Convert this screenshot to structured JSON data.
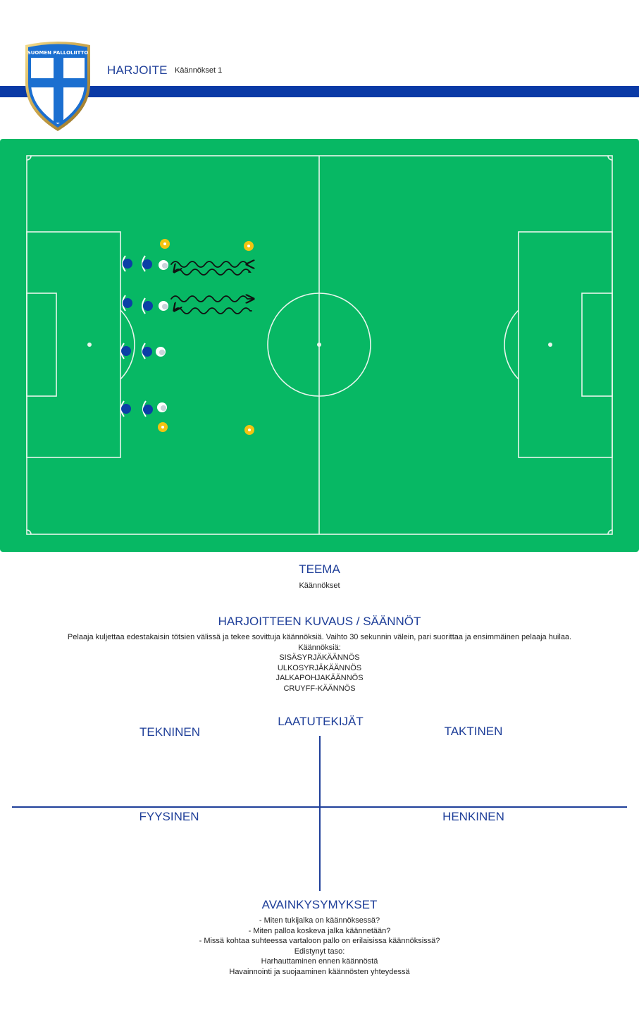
{
  "header": {
    "title": "HARJOITE",
    "exercise_name": "Käännökset 1",
    "logo_text": "SUOMEN PALLOLIITTO",
    "bar_color": "#0a3aa6"
  },
  "pitch": {
    "grass_color": "#07b864",
    "line_color": "#e8f5ec"
  },
  "theme": {
    "title": "TEEMA",
    "value": "Käännökset"
  },
  "description": {
    "title": "HARJOITTEEN KUVAUS / SÄÄNNÖT",
    "lines": [
      "Pelaaja kuljettaa  edestakaisin tötsien välissä ja tekee sovittuja käännöksiä. Vaihto 30 sekunnin välein, pari suorittaa ja ensimmäinen pelaaja huilaa.",
      "Käännöksiä:",
      "SISÄSYRJÄKÄÄNNÖS",
      "ULKOSYRJÄKÄÄNNÖS",
      "JALKAPOHJAKÄÄNNÖS",
      "CRUYFF-KÄÄNNÖS"
    ]
  },
  "quality": {
    "title": "LAATUTEKIJÄT",
    "technical": "TEKNINEN",
    "tactical": "TAKTINEN",
    "physical": "FYYSINEN",
    "mental": "HENKINEN"
  },
  "key_questions": {
    "title": "AVAINKYSYMYKSET",
    "lines": [
      "- Miten tukijalka on käännöksessä?",
      "- Miten palloa koskeva jalka käännetään?",
      "- Missä kohtaa suhteessa vartaloon pallo on erilaisissa käännöksissä?",
      "Edistynyt taso:",
      "Harhauttaminen ennen käännöstä",
      "Havainnointi ja suojaaminen käännösten yhteydessä"
    ]
  },
  "colors": {
    "accent": "#1f3f99",
    "cone": "#f2c311",
    "player": "#0b3fa6"
  }
}
